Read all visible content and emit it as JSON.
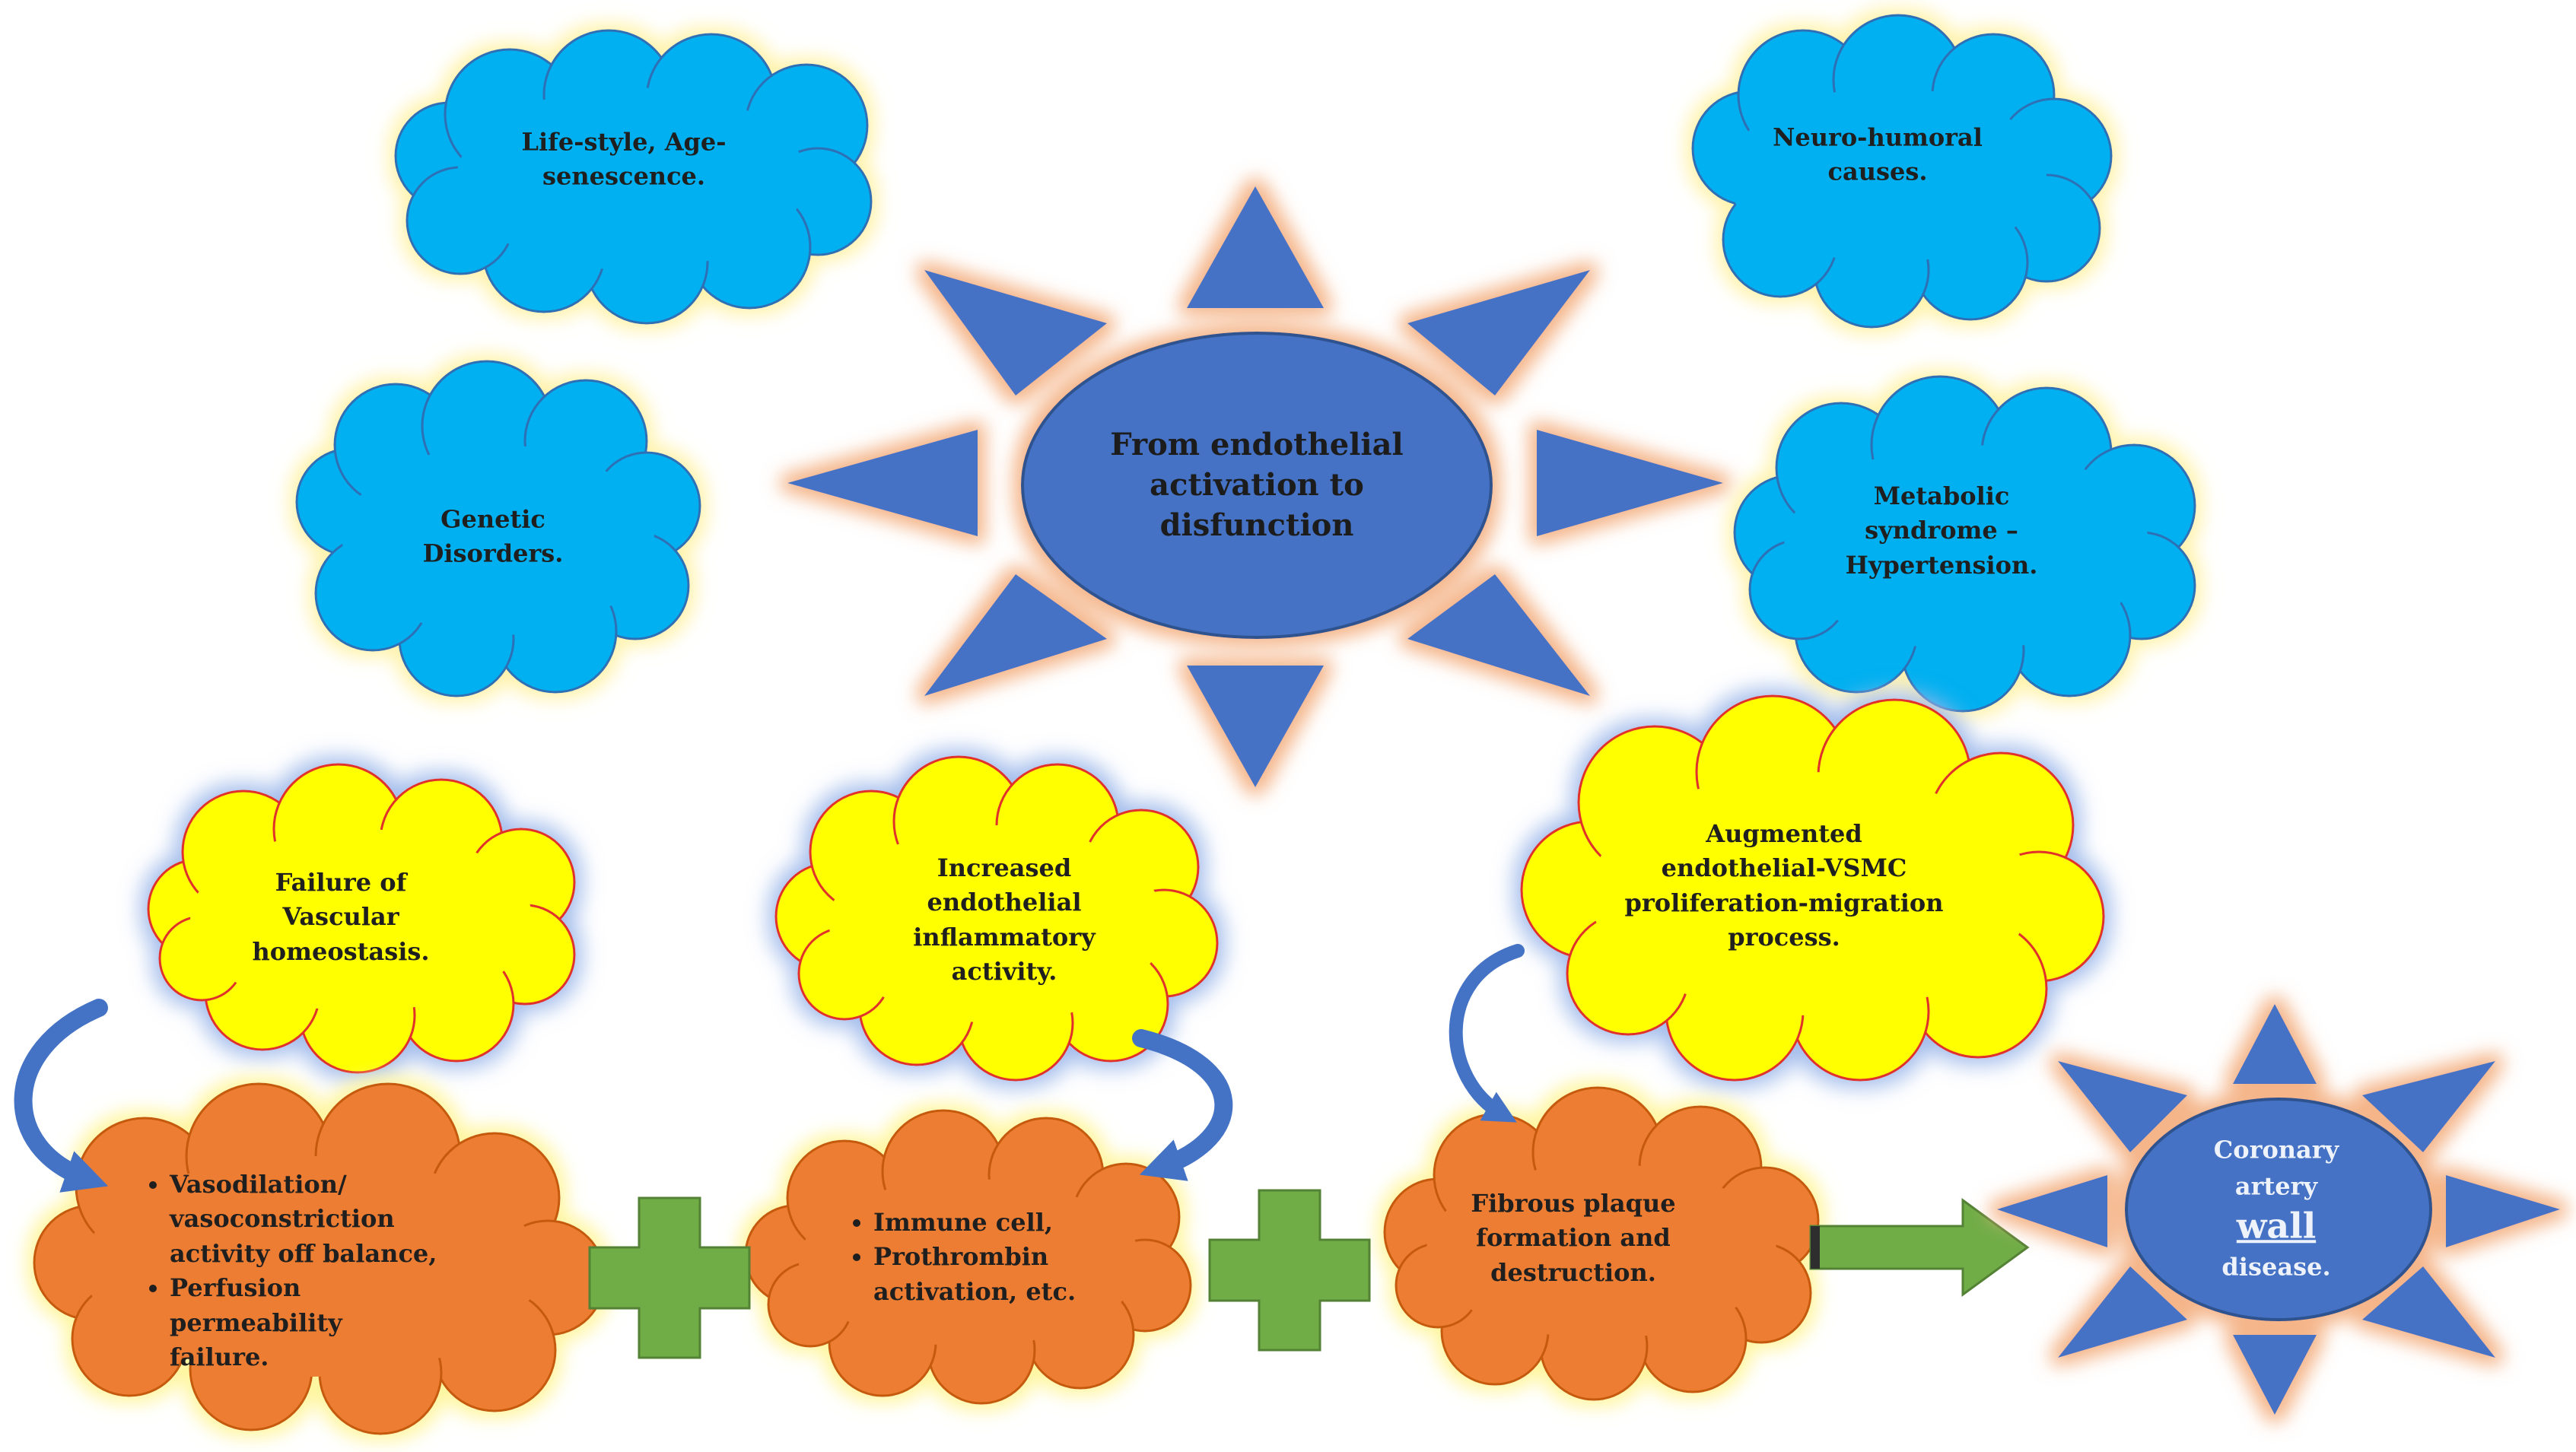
{
  "center_hub": {
    "lines": [
      "From endothelial",
      "activation to",
      "disfunction"
    ]
  },
  "causes": {
    "lifestyle": [
      "Life-style, Age-",
      "senescence."
    ],
    "neuro": [
      "Neuro-humoral",
      "causes."
    ],
    "genetic": [
      "Genetic",
      "Disorders."
    ],
    "metabolic": [
      "Metabolic",
      "syndrome –",
      "Hypertension."
    ]
  },
  "mechanisms": {
    "homeostasis": [
      "Failure of",
      "Vascular",
      "homeostasis."
    ],
    "inflammatory": [
      "Increased",
      "endothelial",
      "inflammatory",
      "activity."
    ],
    "proliferation": [
      "Augmented",
      "endothelial-VSMC",
      "proliferation-migration",
      "process."
    ]
  },
  "effects": {
    "vasodilation": [
      [
        "Vasodilation/",
        "vasoconstriction",
        "activity off balance,"
      ],
      [
        "Perfusion",
        "permeability",
        "failure."
      ]
    ],
    "immune": [
      [
        "Immune cell,"
      ],
      [
        "Prothrombin",
        "activation, etc."
      ]
    ],
    "fibrous": [
      "Fibrous plaque",
      "formation and",
      "destruction."
    ]
  },
  "outcome": {
    "line1": "Coronary",
    "line2": "artery",
    "line3": "wall",
    "line4": "disease."
  },
  "colors": {
    "star": "#4472c4",
    "star_glow": "#f4b183",
    "cloud_blue": "#00b0f0",
    "cloud_blue_glow": "#fff2a8",
    "cloud_yellow": "#ffff00",
    "cloud_yellow_outline": "#e0302a",
    "cloud_yellow_glow": "#9db8ea",
    "cloud_orange": "#ed7d31",
    "cloud_orange_glow": "#fff59a",
    "plus": "#70ad47",
    "arrow_green": "#70ad47",
    "arrow_curved": "#4472c4"
  }
}
